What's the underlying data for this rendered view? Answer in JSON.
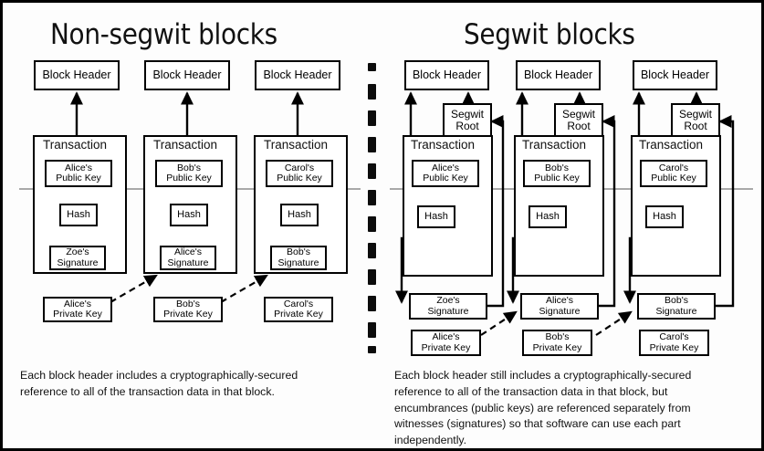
{
  "figure": {
    "title_left": "Non-segwit blocks",
    "title_right": "Segwit blocks",
    "divider": "vertical-dashed-separator",
    "accent_color": "#000000",
    "background_color": "#fdfdfd",
    "link_color": "#555555"
  },
  "left_panel": {
    "title": "Non-segwit blocks",
    "caption": "Each block header includes a cryptographically-secured\nreference to all of the transaction data in that block.",
    "blocks": [
      {
        "header": "Block Header",
        "transaction_label": "Transaction",
        "public_key": "Alice's\nPublic Key",
        "hash": "Hash",
        "signature": "Zoe's\nSignature",
        "private_key": "Alice's\nPrivate Key"
      },
      {
        "header": "Block Header",
        "transaction_label": "Transaction",
        "public_key": "Bob's\nPublic Key",
        "hash": "Hash",
        "signature": "Alice's\nSignature",
        "private_key": "Bob's\nPrivate Key"
      },
      {
        "header": "Block Header",
        "transaction_label": "Transaction",
        "public_key": "Carol's\nPublic Key",
        "hash": "Hash",
        "signature": "Bob's\nSignature",
        "private_key": "Carol's\nPrivate Key"
      }
    ]
  },
  "right_panel": {
    "title": "Segwit blocks",
    "caption": "Each block header still includes a cryptographically-secured\nreference to all of the transaction data in that block, but\nencumbrances (public keys) are referenced separately from\nwitnesses (signatures) so that software can use each part\nindependently.",
    "blocks": [
      {
        "header": "Block Header",
        "segwit_root": "Segwit\nRoot",
        "transaction_label": "Transaction",
        "public_key": "Alice's\nPublic Key",
        "hash": "Hash",
        "signature": "Zoe's\nSignature",
        "private_key": "Alice's\nPrivate Key"
      },
      {
        "header": "Block Header",
        "segwit_root": "Segwit\nRoot",
        "transaction_label": "Transaction",
        "public_key": "Bob's\nPublic Key",
        "hash": "Hash",
        "signature": "Alice's\nSignature",
        "private_key": "Bob's\nPrivate Key"
      },
      {
        "header": "Block Header",
        "segwit_root": "Segwit\nRoot",
        "transaction_label": "Transaction",
        "public_key": "Carol's\nPublic Key",
        "hash": "Hash",
        "signature": "Bob's\nSignature",
        "private_key": "Carol's\nPrivate Key"
      }
    ]
  }
}
